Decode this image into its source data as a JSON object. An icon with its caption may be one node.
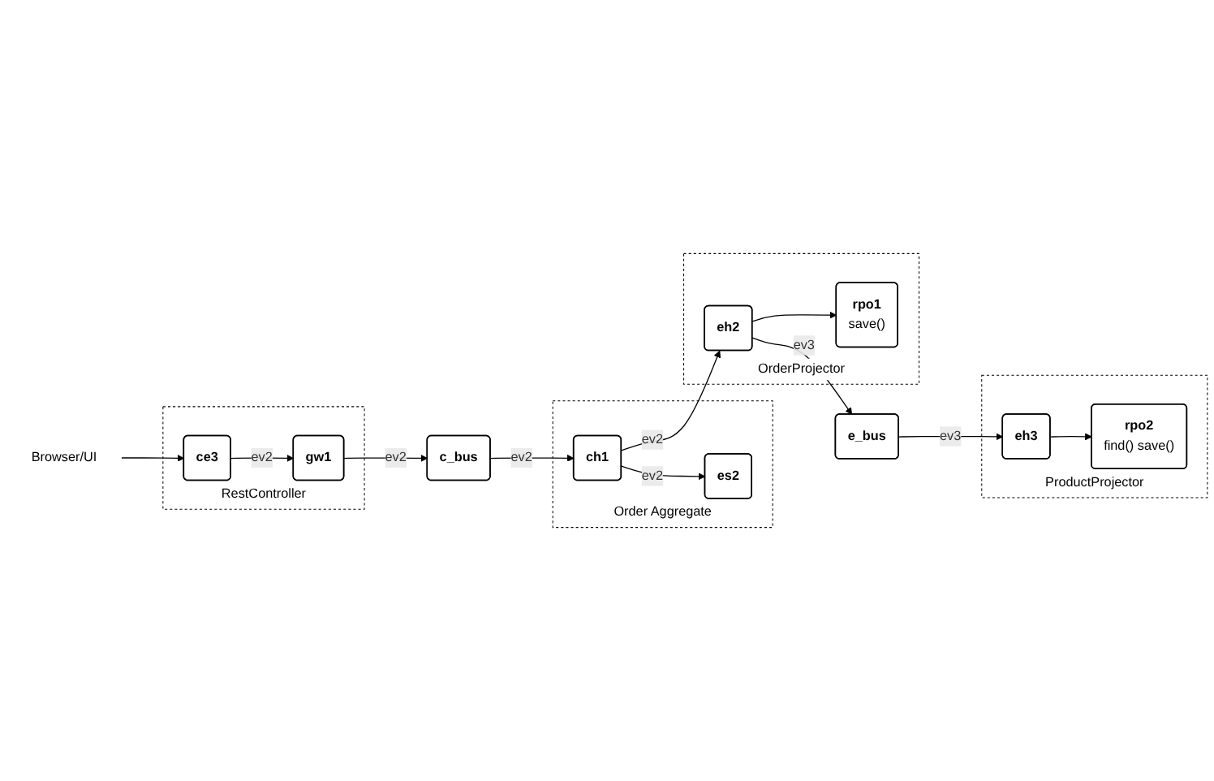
{
  "diagram": {
    "nodes": [
      {
        "text": [
          "Browser/UI"
        ]
      },
      {
        "text": [
          "RestController"
        ]
      },
      {
        "text": [
          "ce3"
        ],
        "in": 1
      },
      {
        "text": [
          "gw1"
        ],
        "in": 1
      },
      {
        "text": [
          "c_bus"
        ]
      },
      {
        "text": [
          "Order Aggregate"
        ]
      },
      {
        "text": [
          "ch1"
        ],
        "in": 5
      },
      {
        "text": [
          "es2"
        ],
        "in": 5
      },
      {
        "text": [
          "ProductProjector"
        ]
      },
      {
        "text": [
          "rpo2",
          "find() save()"
        ],
        "in": 8
      },
      {
        "text": [
          "eh3"
        ],
        "in": 8
      },
      {
        "text": [
          "OrderProjector"
        ]
      },
      {
        "text": [
          "eh2"
        ],
        "in": 11
      },
      {
        "text": [
          "rpo1",
          "save()"
        ],
        "in": 11
      },
      {
        "text": [
          "e_bus"
        ]
      }
    ],
    "edges": [
      {
        "from": 0,
        "to": 2,
        "arrow": "to"
      },
      {
        "from": 2,
        "to": 3,
        "arrow": "to",
        "label": "ev2"
      },
      {
        "from": 3,
        "to": 4,
        "arrow": "to",
        "label": "ev2"
      },
      {
        "from": 4,
        "to": 6,
        "arrow": "to",
        "label": "ev2"
      },
      {
        "from": 6,
        "to": 12,
        "arrow": "to",
        "label": "ev2"
      },
      {
        "from": 6,
        "to": 7,
        "arrow": "to",
        "label": "ev2"
      },
      {
        "from": 12,
        "to": 14,
        "arrow": "to",
        "label": "ev3"
      },
      {
        "from": 12,
        "to": 13,
        "arrow": "to"
      },
      {
        "from": 14,
        "to": 10,
        "arrow": "to",
        "label": "ev3"
      },
      {
        "from": 10,
        "to": 9,
        "arrow": "to"
      }
    ]
  }
}
